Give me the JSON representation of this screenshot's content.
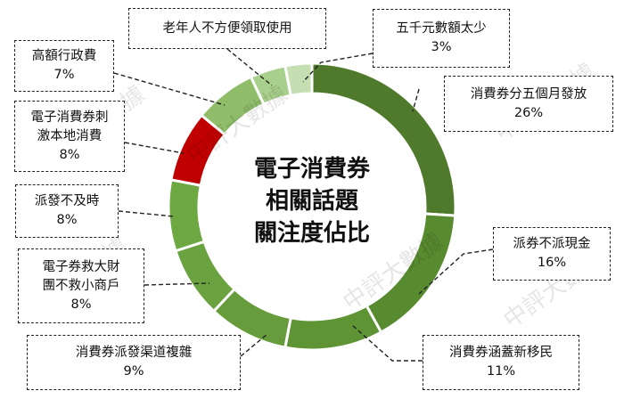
{
  "chart_data": {
    "type": "pie",
    "center_title": [
      "電子消費券",
      "相關話題",
      "關注度佔比"
    ],
    "watermark_text": "中評大數據",
    "slices": [
      {
        "name": "消費券分五個月發放",
        "value": 26,
        "label": "26%",
        "color": "#4f7a2b"
      },
      {
        "name": "派券不派現金",
        "value": 16,
        "label": "16%",
        "color": "#588a30"
      },
      {
        "name": "消費券涵蓋新移民",
        "value": 11,
        "label": "11%",
        "color": "#5f9435"
      },
      {
        "name": "消費券派發渠道複雜",
        "value": 9,
        "label": "9%",
        "color": "#669c3b"
      },
      {
        "name": "電子券救大財團不救小商戶",
        "value": 8,
        "label": "8%",
        "color": "#6aa23f"
      },
      {
        "name": "派發不及時",
        "value": 8,
        "label": "8%",
        "color": "#6ea843"
      },
      {
        "name": "電子消費券刺激本地消費",
        "value": 8,
        "label": "8%",
        "color": "#c00000"
      },
      {
        "name": "高額行政費",
        "value": 7,
        "label": "7%",
        "color": "#8fbd6a"
      },
      {
        "name": "老年人不方便領取使用",
        "value": 4,
        "label": "",
        "color": "#a9cf8c"
      },
      {
        "name": "五千元數額太少",
        "value": 3,
        "label": "3%",
        "color": "#c5deb2"
      }
    ]
  },
  "labels": [
    {
      "lines": [
        "消費券分五個月發放"
      ],
      "pct": "26%"
    },
    {
      "lines": [
        "派券不派現金"
      ],
      "pct": "16%"
    },
    {
      "lines": [
        "消費券涵蓋新移民"
      ],
      "pct": "11%"
    },
    {
      "lines": [
        "消費券派發渠道複雜"
      ],
      "pct": "9%"
    },
    {
      "lines": [
        "電子券救大財",
        "團不救小商戶"
      ],
      "pct": "8%"
    },
    {
      "lines": [
        "派發不及時"
      ],
      "pct": "8%"
    },
    {
      "lines": [
        "電子消費券刺",
        "激本地消費"
      ],
      "pct": "8%"
    },
    {
      "lines": [
        "高額行政費"
      ],
      "pct": "7%"
    },
    {
      "lines": [
        "老年人不方便領取使用"
      ],
      "pct": ""
    },
    {
      "lines": [
        "五千元數額太少"
      ],
      "pct": "3%"
    }
  ]
}
